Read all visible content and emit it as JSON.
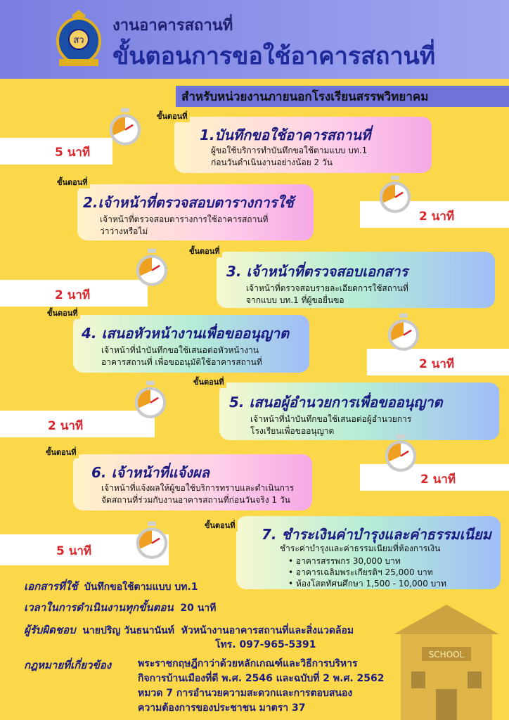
{
  "header": {
    "subtitle": "งานอาคารสถานที่",
    "title": "ขั้นตอนการขอใช้อาคารสถานที่",
    "for_line": "สำหรับหน่วยงานภายนอกโรงเรียนสรรพวิทยาคม"
  },
  "step_tag": "ขั้นตอนที่",
  "steps": [
    {
      "title": "1.บันทึกขอใช้อาคารสถานที่",
      "desc1": "ผู้ขอใช้บริการทำบันทึกขอใช้ตามแบบ บท.1",
      "desc2": "ก่อนวันดำเนินงานอย่างน้อย 2 วัน",
      "time": "5 นาที"
    },
    {
      "title": "2.เจ้าหน้าที่ตรวจสอบตารางการใช้",
      "desc1": "เจ้าหน้าที่ตรวจสอบตารางการใช้อาคารสถานที่",
      "desc2": "ว่าว่างหรือไม่",
      "time": "2 นาที"
    },
    {
      "title": "3. เจ้าหน้าที่ตรวจสอบเอกสาร",
      "desc1": "เจ้าหน้าที่ตรวจสอบรายละเอียดการใช้สถานที่",
      "desc2": "จากแบบ บท.1 ที่ผู้ขอยื่นขอ",
      "time": "2 นาที"
    },
    {
      "title": "4. เสนอหัวหน้างานเพื่อขออนุญาต",
      "desc1": "เจ้าหน้าที่นำบันทึกขอใช้เสนอต่อหัวหน้างาน",
      "desc2": "อาคารสถานที่ เพื่อขออนุมัติใช้อาคารสถานที่",
      "time": "2 นาที"
    },
    {
      "title": "5. เสนอผู้อำนวยการเพื่อขออนุญาต",
      "desc1": "เจ้าหน้าที่นำบันทึกขอใช้เสนอต่อผู้อำนวยการ",
      "desc2": "โรงเรียนเพื่อขออนุญาต",
      "time": "2 นาที"
    },
    {
      "title": "6. เจ้าหน้าที่แจ้งผล",
      "desc1": "เจ้าหน้าที่แจ้งผลให้ผู้ขอใช้บริการทราบและดำเนินการ",
      "desc2": "จัดสถานที่ร่วมกับงานอาคารสถานที่ก่อนวันจริง 1 วัน",
      "time": "2 นาที"
    },
    {
      "title": "7. ชำระเงินค่าบำรุงและค่าธรรมเนียม",
      "desc1": "ชำระค่าบำรุงและค่าธรรมเนียมที่ห้องการเงิน",
      "desc2": "",
      "time": "5 นาที",
      "bullets": [
        "อาคารสรรพกร 30,000 บาท",
        "อาคารเฉลิมพระเกียรติฯ 25,000 บาท",
        "ห้องโสตทัศนศึกษา 1,500 - 10,000 บาท"
      ]
    }
  ],
  "info": {
    "doc_label": "เอกสารที่ใช้",
    "doc_value": "บันทึกขอใช้ตามแบบ บท.1",
    "time_label": "เวลาในการดำเนินงานทุกขั้นตอน",
    "time_value": "20 นาที",
    "resp_label": "ผู้รับผิดชอบ",
    "resp_name": "นายปริญ วันธนานันท์",
    "resp_role": "หัวหน้างานอาคารสถานที่และสิ่งแวดล้อม",
    "resp_phone": "โทร. 097-965-5391",
    "law_label": "กฎหมายที่เกี่ยวข้อง",
    "law_lines": [
      "พระราชกฤษฎีกาว่าด้วยหลักเกณฑ์และวิธีการบริหาร",
      "กิจการบ้านเมืองที่ดี พ.ศ. 2546 และฉบับที่ 2 พ.ศ. 2562",
      "หมวด 7 การอำนวยความสะดวกและการตอบสนอง",
      "ความต้องการของประชาชน มาตรา 37"
    ]
  },
  "school_sign": "SCHOOL",
  "colors": {
    "background": "#fbd84a",
    "header": "#7b7fe0",
    "title": "#1a1a80",
    "time": "#d8262a"
  }
}
